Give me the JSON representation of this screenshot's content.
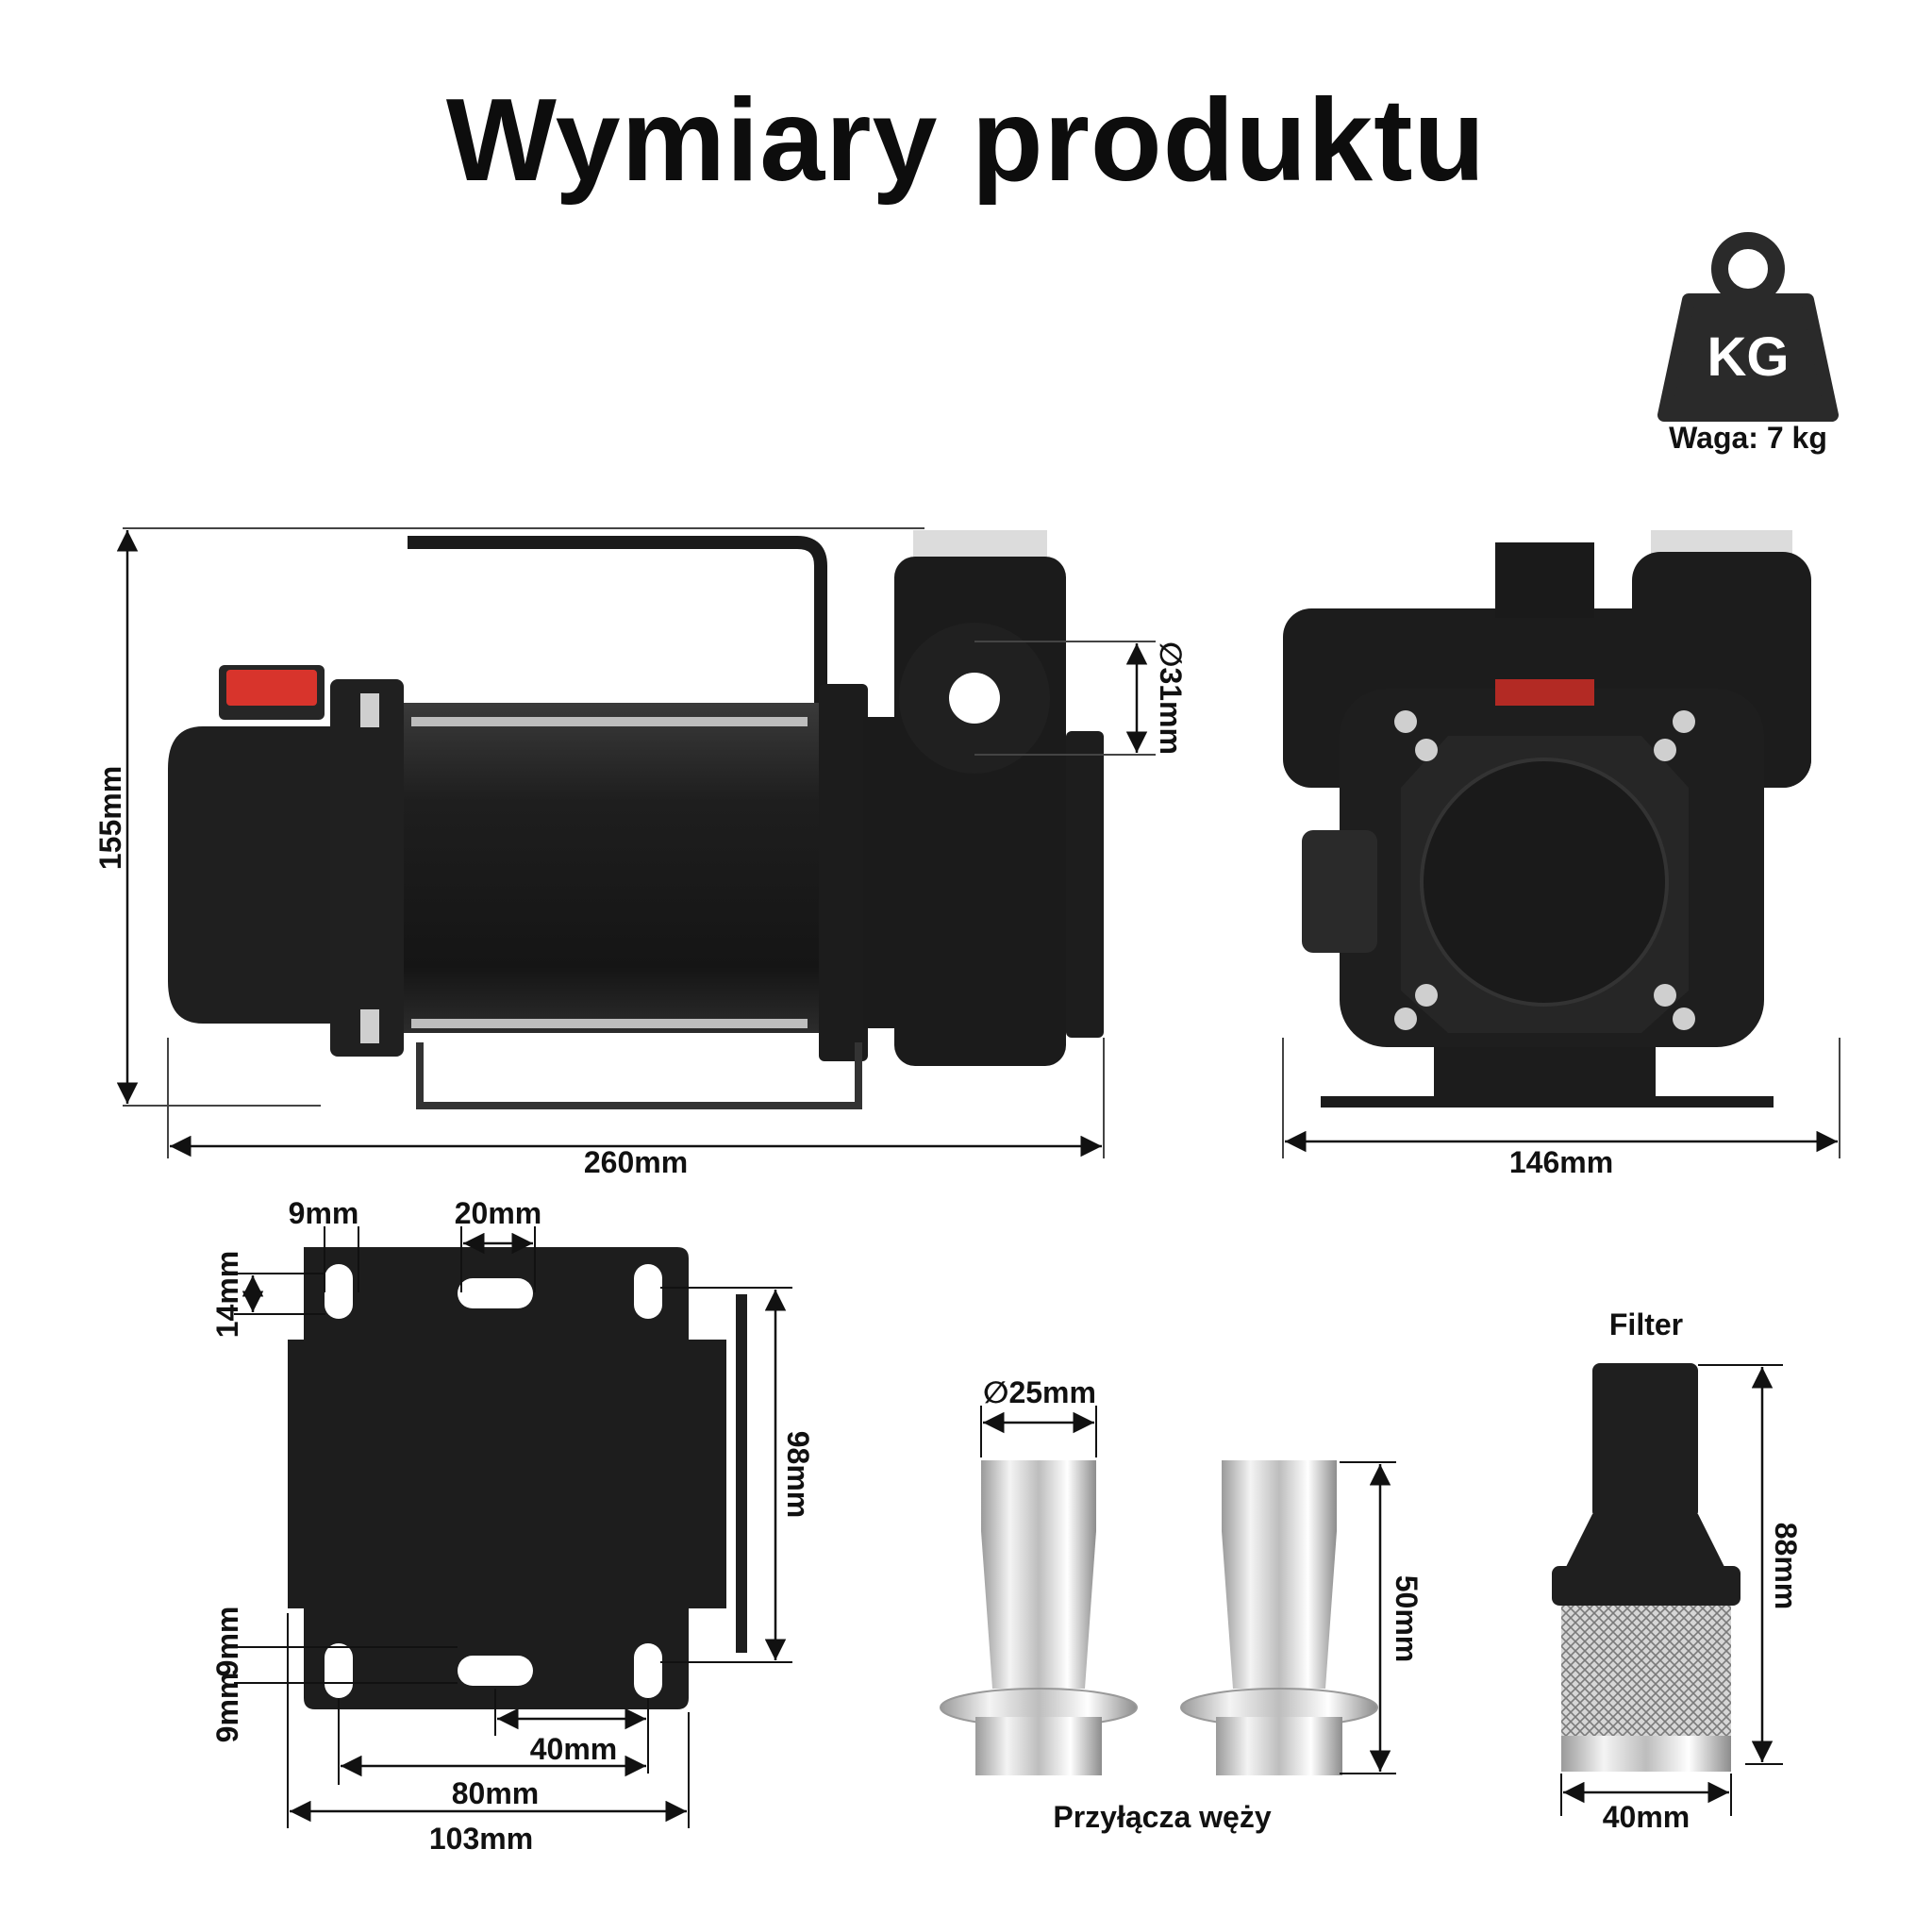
{
  "title": "Wymiary produktu",
  "weight": {
    "icon": "kg-weight-icon",
    "icon_text": "KG",
    "label": "Waga: 7 kg"
  },
  "pump_side": {
    "height": "155mm",
    "length": "260mm",
    "outlet": "∅31mm"
  },
  "pump_front": {
    "width": "146mm"
  },
  "plate": {
    "hole_w": "9mm",
    "slot_len": "20mm",
    "hole_h": "14mm",
    "height": "98mm",
    "edge_a": "9mm",
    "edge_b": "9mm",
    "slot_spacing": "40mm",
    "hole_spacing": "80mm",
    "width": "103mm"
  },
  "connectors": {
    "diameter": "∅25mm",
    "length": "50mm",
    "caption": "Przyłącza węży"
  },
  "filter": {
    "title": "Filter",
    "height": "88mm",
    "width": "40mm"
  },
  "colors": {
    "body": "#1c1c1c",
    "metal": "#d9d9d9",
    "switch": "#d8342c",
    "line": "#111111"
  }
}
